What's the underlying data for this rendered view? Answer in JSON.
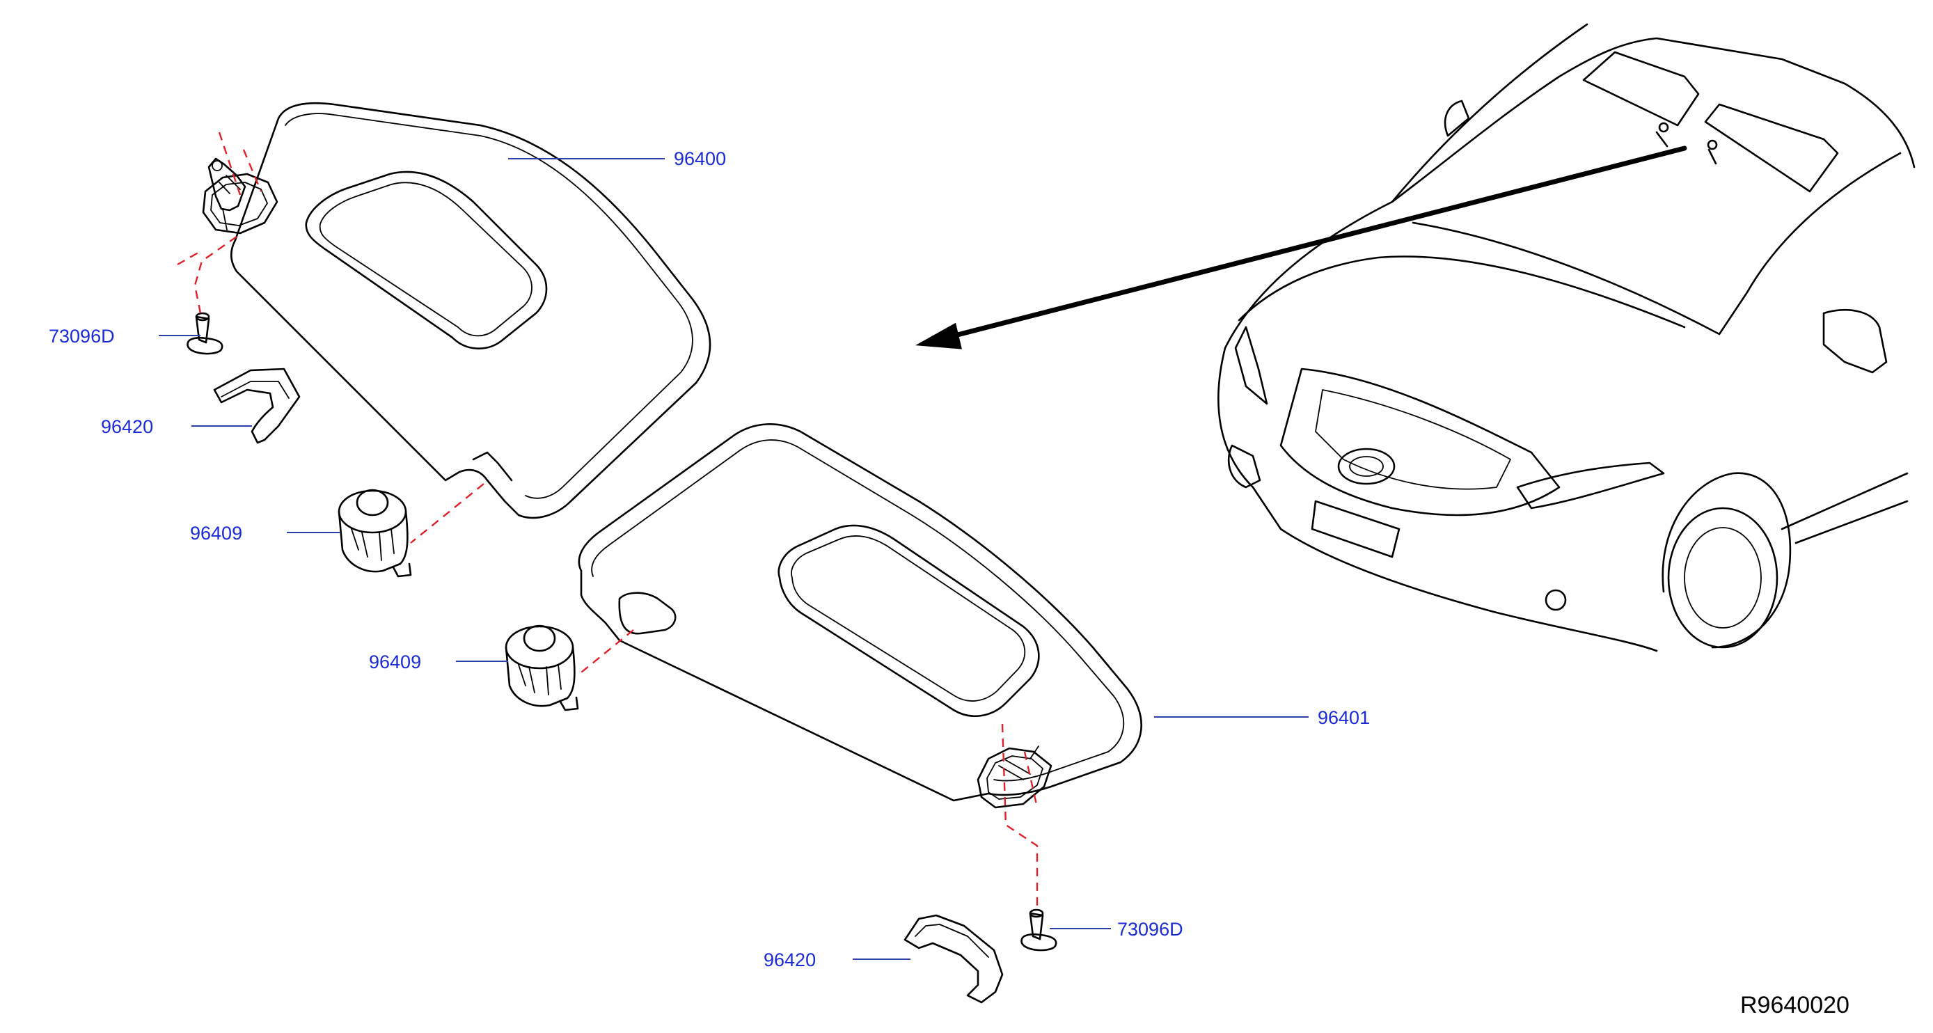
{
  "diagram": {
    "reference_code": "R9640020",
    "callouts": [
      {
        "id": "visor-left",
        "part_number": "96400"
      },
      {
        "id": "visor-right",
        "part_number": "96401"
      },
      {
        "id": "screw-left",
        "part_number": "73096D"
      },
      {
        "id": "screw-right",
        "part_number": "73096D"
      },
      {
        "id": "cover-left",
        "part_number": "96420"
      },
      {
        "id": "cover-right",
        "part_number": "96420"
      },
      {
        "id": "holder-left",
        "part_number": "96409"
      },
      {
        "id": "holder-right",
        "part_number": "96409"
      }
    ],
    "colors": {
      "label": "#1a2bd6",
      "leader": "#2c3ea8",
      "center_line": "#e0202a",
      "line_art": "#000000"
    }
  }
}
